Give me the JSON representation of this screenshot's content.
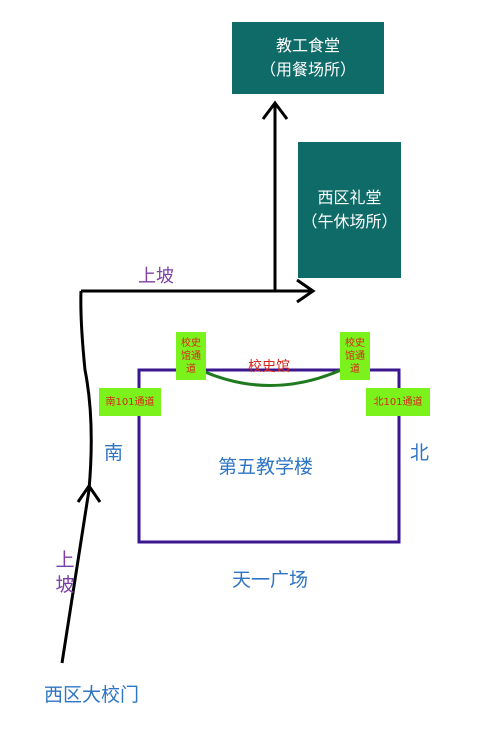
{
  "canteen": {
    "line1": "教工食堂",
    "line2": "（用餐场所）"
  },
  "auditorium": {
    "line1": "西区礼堂",
    "line2": "（午休场所）"
  },
  "uphill_top": "上坡",
  "uphill_side": {
    "line1": "上",
    "line2": "坡"
  },
  "history_passage_left": {
    "line1": "校史",
    "line2": "馆通",
    "line3": "道"
  },
  "history_passage_right": {
    "line1": "校史",
    "line2": "馆通",
    "line3": "道"
  },
  "history_museum": "校史馆",
  "south_passage": "南101通道",
  "north_passage": "北101通道",
  "south": "南",
  "north": "北",
  "building": "第五教学楼",
  "plaza": "天一广场",
  "gate": "西区大校门",
  "colors": {
    "teal_box": "#0f6b67",
    "green_tag": "#7cf21c",
    "building_outline": "#3a168f",
    "arc_green": "#1f7a1f",
    "blue_text": "#2e75c4",
    "purple_text": "#7b3fa6",
    "red_text": "#d9261c"
  }
}
